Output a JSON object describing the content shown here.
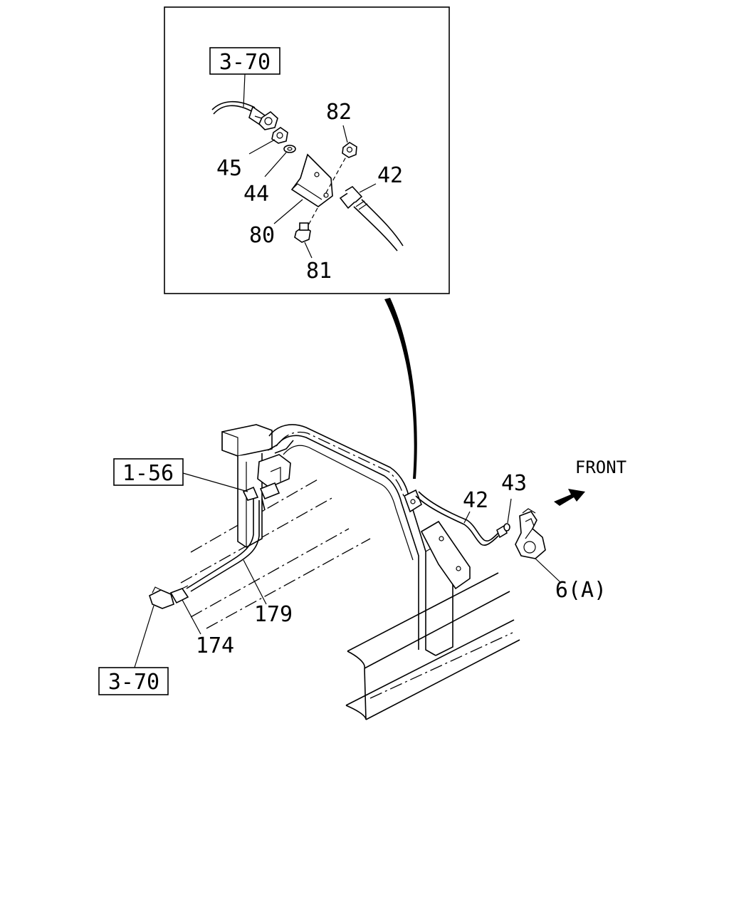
{
  "diagram": {
    "callouts": {
      "ref_3_70_top": "3-70",
      "ref_1_56": "1-56",
      "ref_3_70_bottom": "3-70"
    },
    "inset_parts": {
      "p82": "82",
      "p45": "45",
      "p44": "44",
      "p42": "42",
      "p80": "80",
      "p81": "81"
    },
    "main_parts": {
      "p43": "43",
      "p42": "42",
      "p6a": "6(A)",
      "p179": "179",
      "p174": "174"
    },
    "direction_label": "FRONT"
  }
}
